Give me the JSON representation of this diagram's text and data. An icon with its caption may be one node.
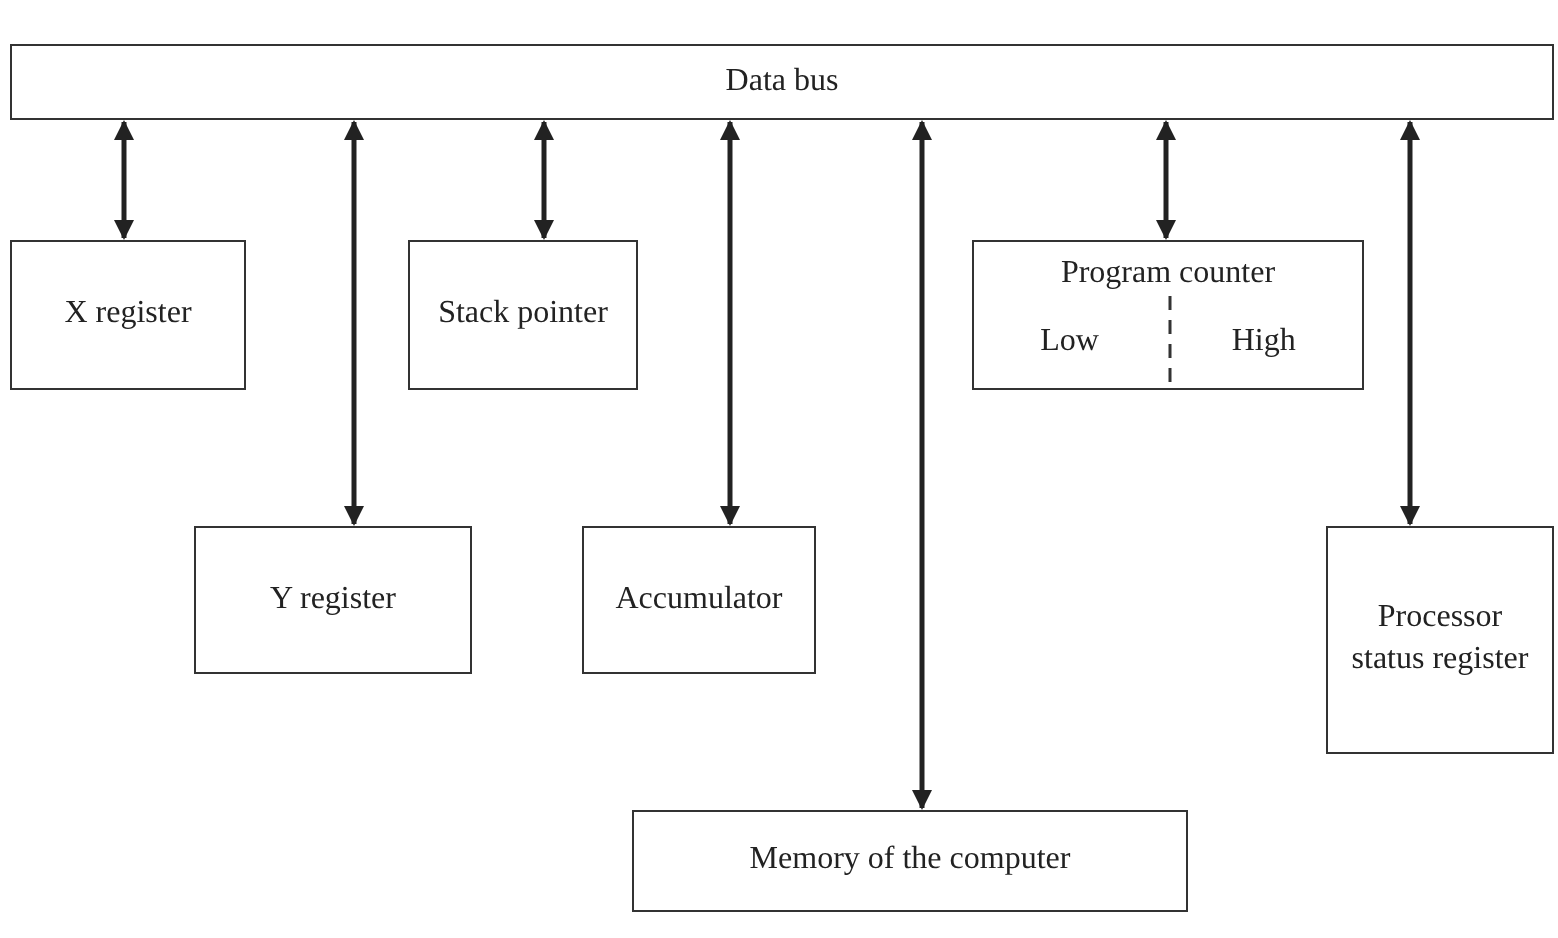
{
  "diagram": {
    "nodes": [
      {
        "text": [
          "Data bus"
        ]
      },
      {
        "text": [
          "X register"
        ]
      },
      {
        "text": [
          "Stack pointer"
        ]
      },
      {
        "text": [
          "Program counter",
          "Low",
          "High"
        ]
      },
      {
        "text": [
          "Y register"
        ]
      },
      {
        "text": [
          "Accumulator"
        ]
      },
      {
        "text": [
          "Processor status register"
        ]
      },
      {
        "text": [
          "Memory of the computer"
        ]
      }
    ],
    "edges": [
      {
        "from": 0,
        "to": 1,
        "arrow": "both"
      },
      {
        "from": 0,
        "to": 4,
        "arrow": "both"
      },
      {
        "from": 0,
        "to": 2,
        "arrow": "both"
      },
      {
        "from": 0,
        "to": 5,
        "arrow": "both"
      },
      {
        "from": 0,
        "to": 7,
        "arrow": "both"
      },
      {
        "from": 0,
        "to": 3,
        "arrow": "both"
      },
      {
        "from": 0,
        "to": 6,
        "arrow": "both"
      }
    ]
  }
}
